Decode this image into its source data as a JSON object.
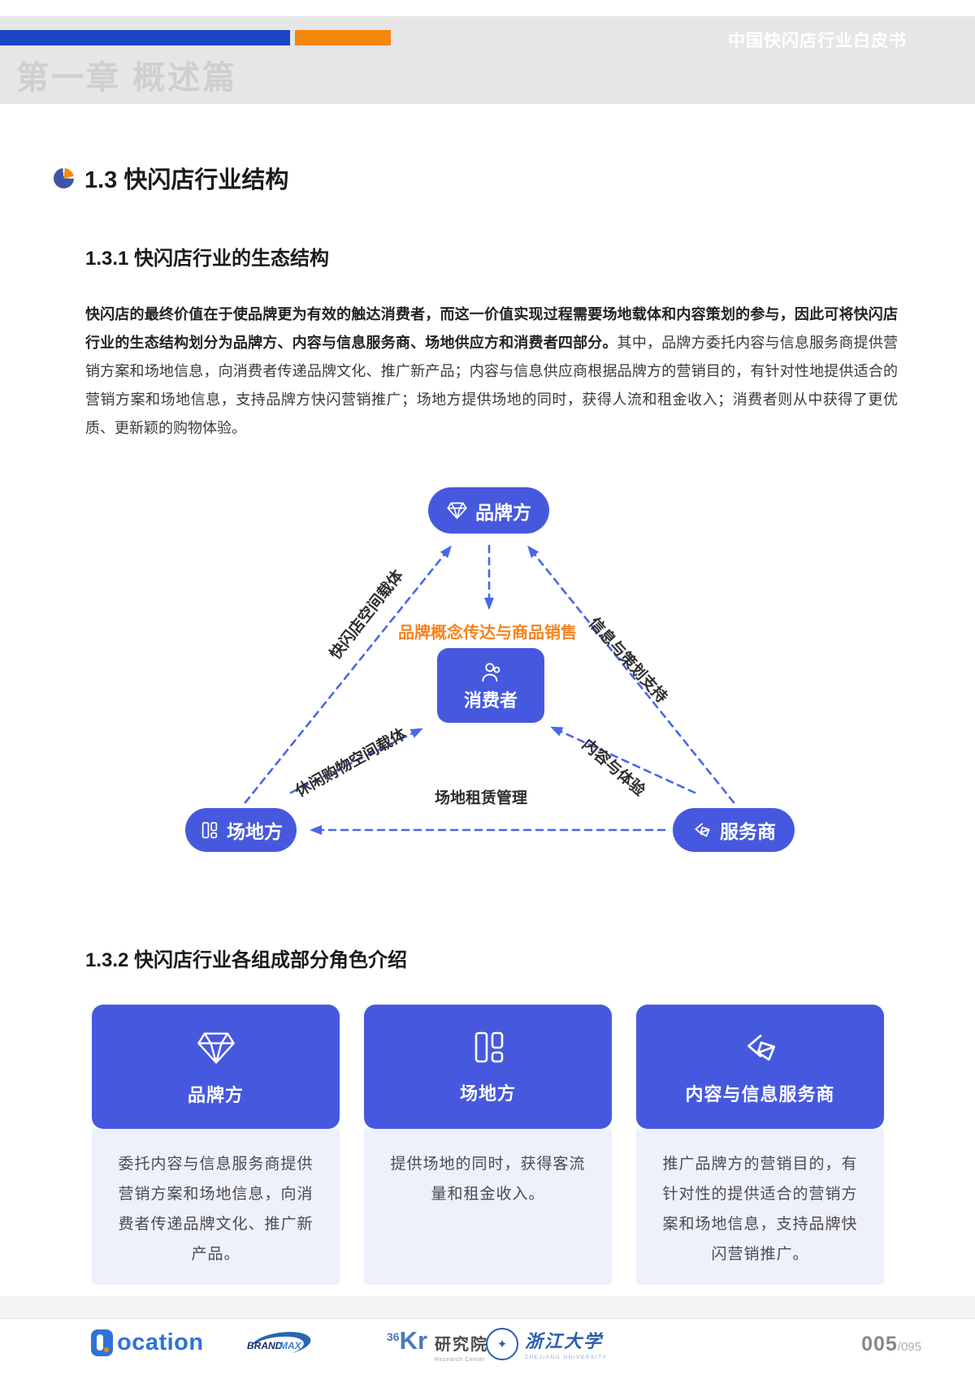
{
  "header": {
    "doc_title": "中国快闪店行业白皮书",
    "chapter_title": "第一章 概述篇"
  },
  "section": {
    "title": "1.3 快闪店行业结构",
    "sub1_title": "1.3.1 快闪店行业的生态结构",
    "paragraph_bold": "快闪店的最终价值在于使品牌更为有效的触达消费者，而这一价值实现过程需要场地载体和内容策划的参与，因此可将快闪店行业的生态结构划分为品牌方、内容与信息服务商、场地供应方和消费者四部分。",
    "paragraph_regular": "其中，品牌方委托内容与信息服务商提供营销方案和场地信息，向消费者传递品牌文化、推广新产品；内容与信息供应商根据品牌方的营销目的，有针对性地提供适合的营销方案和场地信息，支持品牌方快闪营销推广；场地方提供场地的同时，获得人流和租金收入；消费者则从中获得了更优质、更新颖的购物体验。",
    "sub2_title": "1.3.2 快闪店行业各组成部分角色介绍"
  },
  "diagram": {
    "node_brand": "品牌方",
    "node_consumer": "消费者",
    "node_venue": "场地方",
    "node_provider": "服务商",
    "label_center": "品牌概念传达与商品销售",
    "label_left": "快闪店空间载体",
    "label_right": "信息与策划支持",
    "label_venue_consumer": "休闲购物空间载体",
    "label_provider_consumer": "内容与体验",
    "label_bottom": "场地租赁管理"
  },
  "cards": [
    {
      "title": "品牌方",
      "icon": "diamond-icon",
      "desc": "委托内容与信息服务商提供营销方案和场地信息，向消费者传递品牌文化、推广新产品。"
    },
    {
      "title": "场地方",
      "icon": "venue-icon",
      "desc": "提供场地的同时，获得客流量和租金收入。"
    },
    {
      "title": "内容与信息服务商",
      "icon": "share-icon",
      "desc": "推广品牌方的营销目的，有针对性的提供适合的营销方案和场地信息，支持品牌快闪营销推广。"
    }
  ],
  "footer": {
    "logo_location_text": "ocation",
    "logo_brandmax_brand": "BRAND",
    "logo_brandmax_max": "MAX",
    "logo_36kr_num": "36",
    "logo_36kr_kr": "Kr",
    "logo_36kr_cn": "研究院",
    "logo_36kr_en": "Research Center",
    "logo_zju_cn": "浙江大学",
    "logo_zju_en": "ZHEJIANG UNIVERSITY",
    "page_current": "005",
    "page_total": "/095"
  },
  "colors": {
    "header_bar_blue": "#1a46c6",
    "header_bar_orange": "#f8860b",
    "header_band_gray": "#e6e6e6",
    "node_blue": "#4659de",
    "arrow_blue": "#4a67e8",
    "accent_orange": "#f5831f",
    "card_body_bg": "#eef0fa"
  }
}
